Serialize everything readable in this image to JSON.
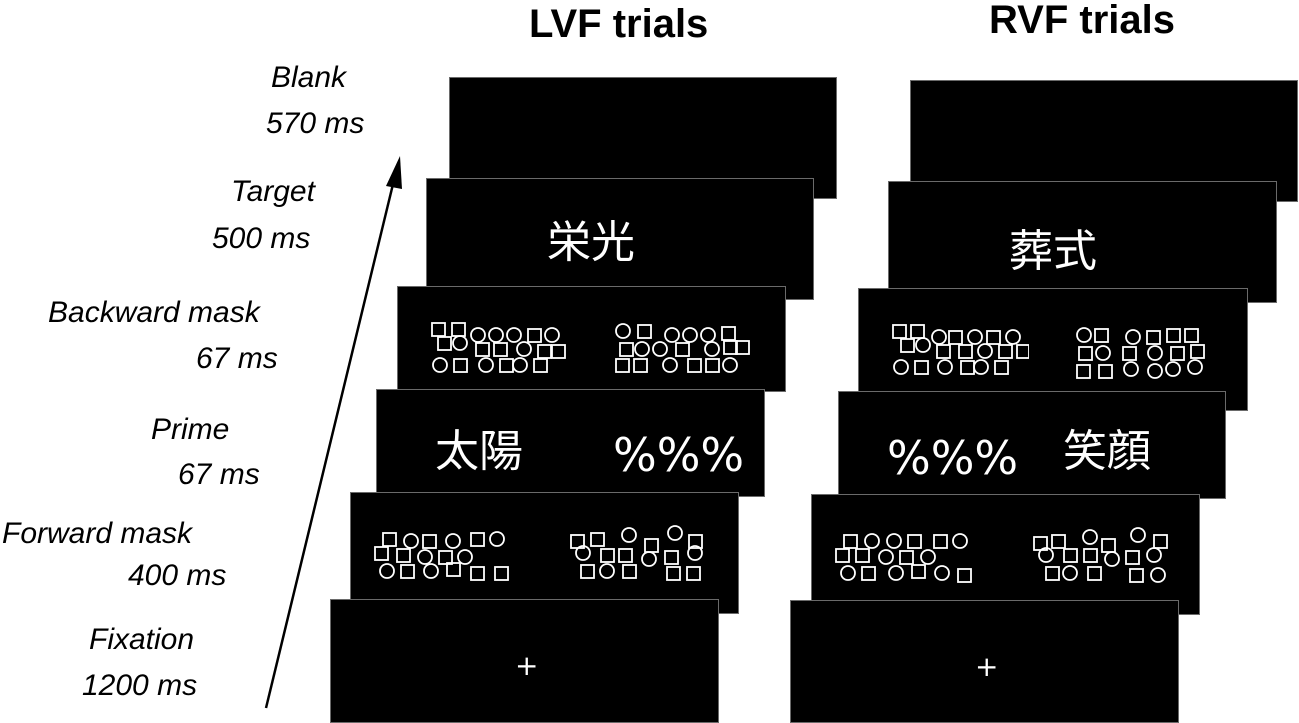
{
  "columns": {
    "lvf": {
      "title": "LVF trials"
    },
    "rvf": {
      "title": "RVF trials"
    }
  },
  "stages": {
    "blank": {
      "name": "Blank",
      "duration": "570 ms"
    },
    "target": {
      "name": "Target",
      "duration": "500 ms"
    },
    "backward": {
      "name": "Backward mask",
      "duration": "67 ms"
    },
    "prime": {
      "name": "Prime",
      "duration": "67 ms"
    },
    "forward": {
      "name": "Forward mask",
      "duration": "400 ms"
    },
    "fixation": {
      "name": "Fixation",
      "duration": "1200 ms"
    }
  },
  "lvf": {
    "target": "栄光",
    "prime_left": "太陽",
    "prime_right": "%%%",
    "fixation": "+"
  },
  "rvf": {
    "target": "葬式",
    "prime_left": "%%%",
    "prime_right": "笑顔",
    "fixation": "+"
  },
  "colors": {
    "screen": "#000000",
    "screen_text": "#ffffff",
    "background": "#ffffff"
  }
}
